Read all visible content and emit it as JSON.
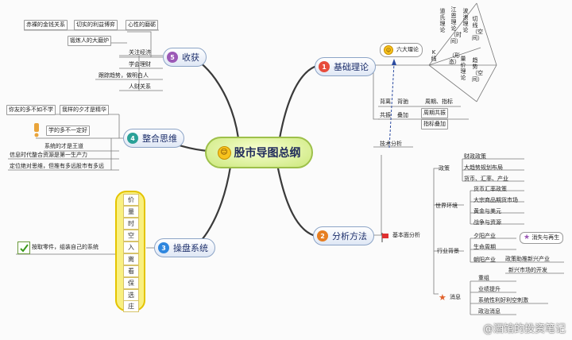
{
  "center": {
    "title": "股市导图总纲",
    "icon": "smiley-icon"
  },
  "branches": {
    "harvest": {
      "title": "收获",
      "num": "5",
      "color": "#9b59b6",
      "items": [
        "赤裸的金钱关系",
        "切实的利益博弈",
        "心性的磨砺",
        "锻炼人的大磨炉",
        "关注经济",
        "学会理财",
        "跟踪趋势，做明白人",
        "人财关系"
      ]
    },
    "integrate": {
      "title": "整合思维",
      "num": "4",
      "color": "#2aa198",
      "items": [
        "你友的多不如不学",
        "我样的夕才是精华",
        "学的多不一定好",
        "系统的才是王道",
        "信息时代整合资源是第一生产力",
        "定位绝对思维，但推有多远股市有多远"
      ]
    },
    "operate": {
      "title": "操盘系统",
      "num": "3",
      "color": "#2e86de",
      "pills": [
        "价",
        "量",
        "时",
        "空",
        "入",
        "离",
        "看",
        "保",
        "选",
        "庄"
      ],
      "note": "按取零件，组装自己的系统"
    },
    "theory": {
      "title": "基础理论",
      "num": "1",
      "color": "#e74c3c",
      "six": "六大理论",
      "fan": [
        "道氏理论",
        "江恩理论（时间）",
        "波浪理论",
        "K线",
        "（形态）",
        "量价理论",
        "切线（空间）",
        "趋势（空间）"
      ],
      "sub": [
        "背离",
        "背驰",
        "周期、指标",
        "共振",
        "叠加",
        "周期共振",
        "指标叠加"
      ],
      "tech": "技术分析"
    },
    "analysis": {
      "title": "分析方法",
      "num": "2",
      "color": "#e67e22",
      "basic": "基本面分析",
      "policy": "政策",
      "policy_items": [
        "财政政策",
        "大趋势规划布局",
        "货币、汇率、产业"
      ],
      "world": "世界环境",
      "world_items": [
        "货币汇率政策",
        "大宗商品期货市场",
        "黄金与美元",
        "战争与资源"
      ],
      "industry": "行业背景",
      "industry_items": [
        "夕阳产业",
        "生命周期",
        "朝阳产业"
      ],
      "star_note": "消失与再生",
      "policy_support": "政策助推新兴产业",
      "new_market": "新兴市场的开发",
      "news": "消息",
      "news_items": [
        "重组",
        "业绩提升",
        "系统性利好利空刺激",
        "政治消息"
      ]
    }
  },
  "watermark": "@酒馆的投资笔记"
}
